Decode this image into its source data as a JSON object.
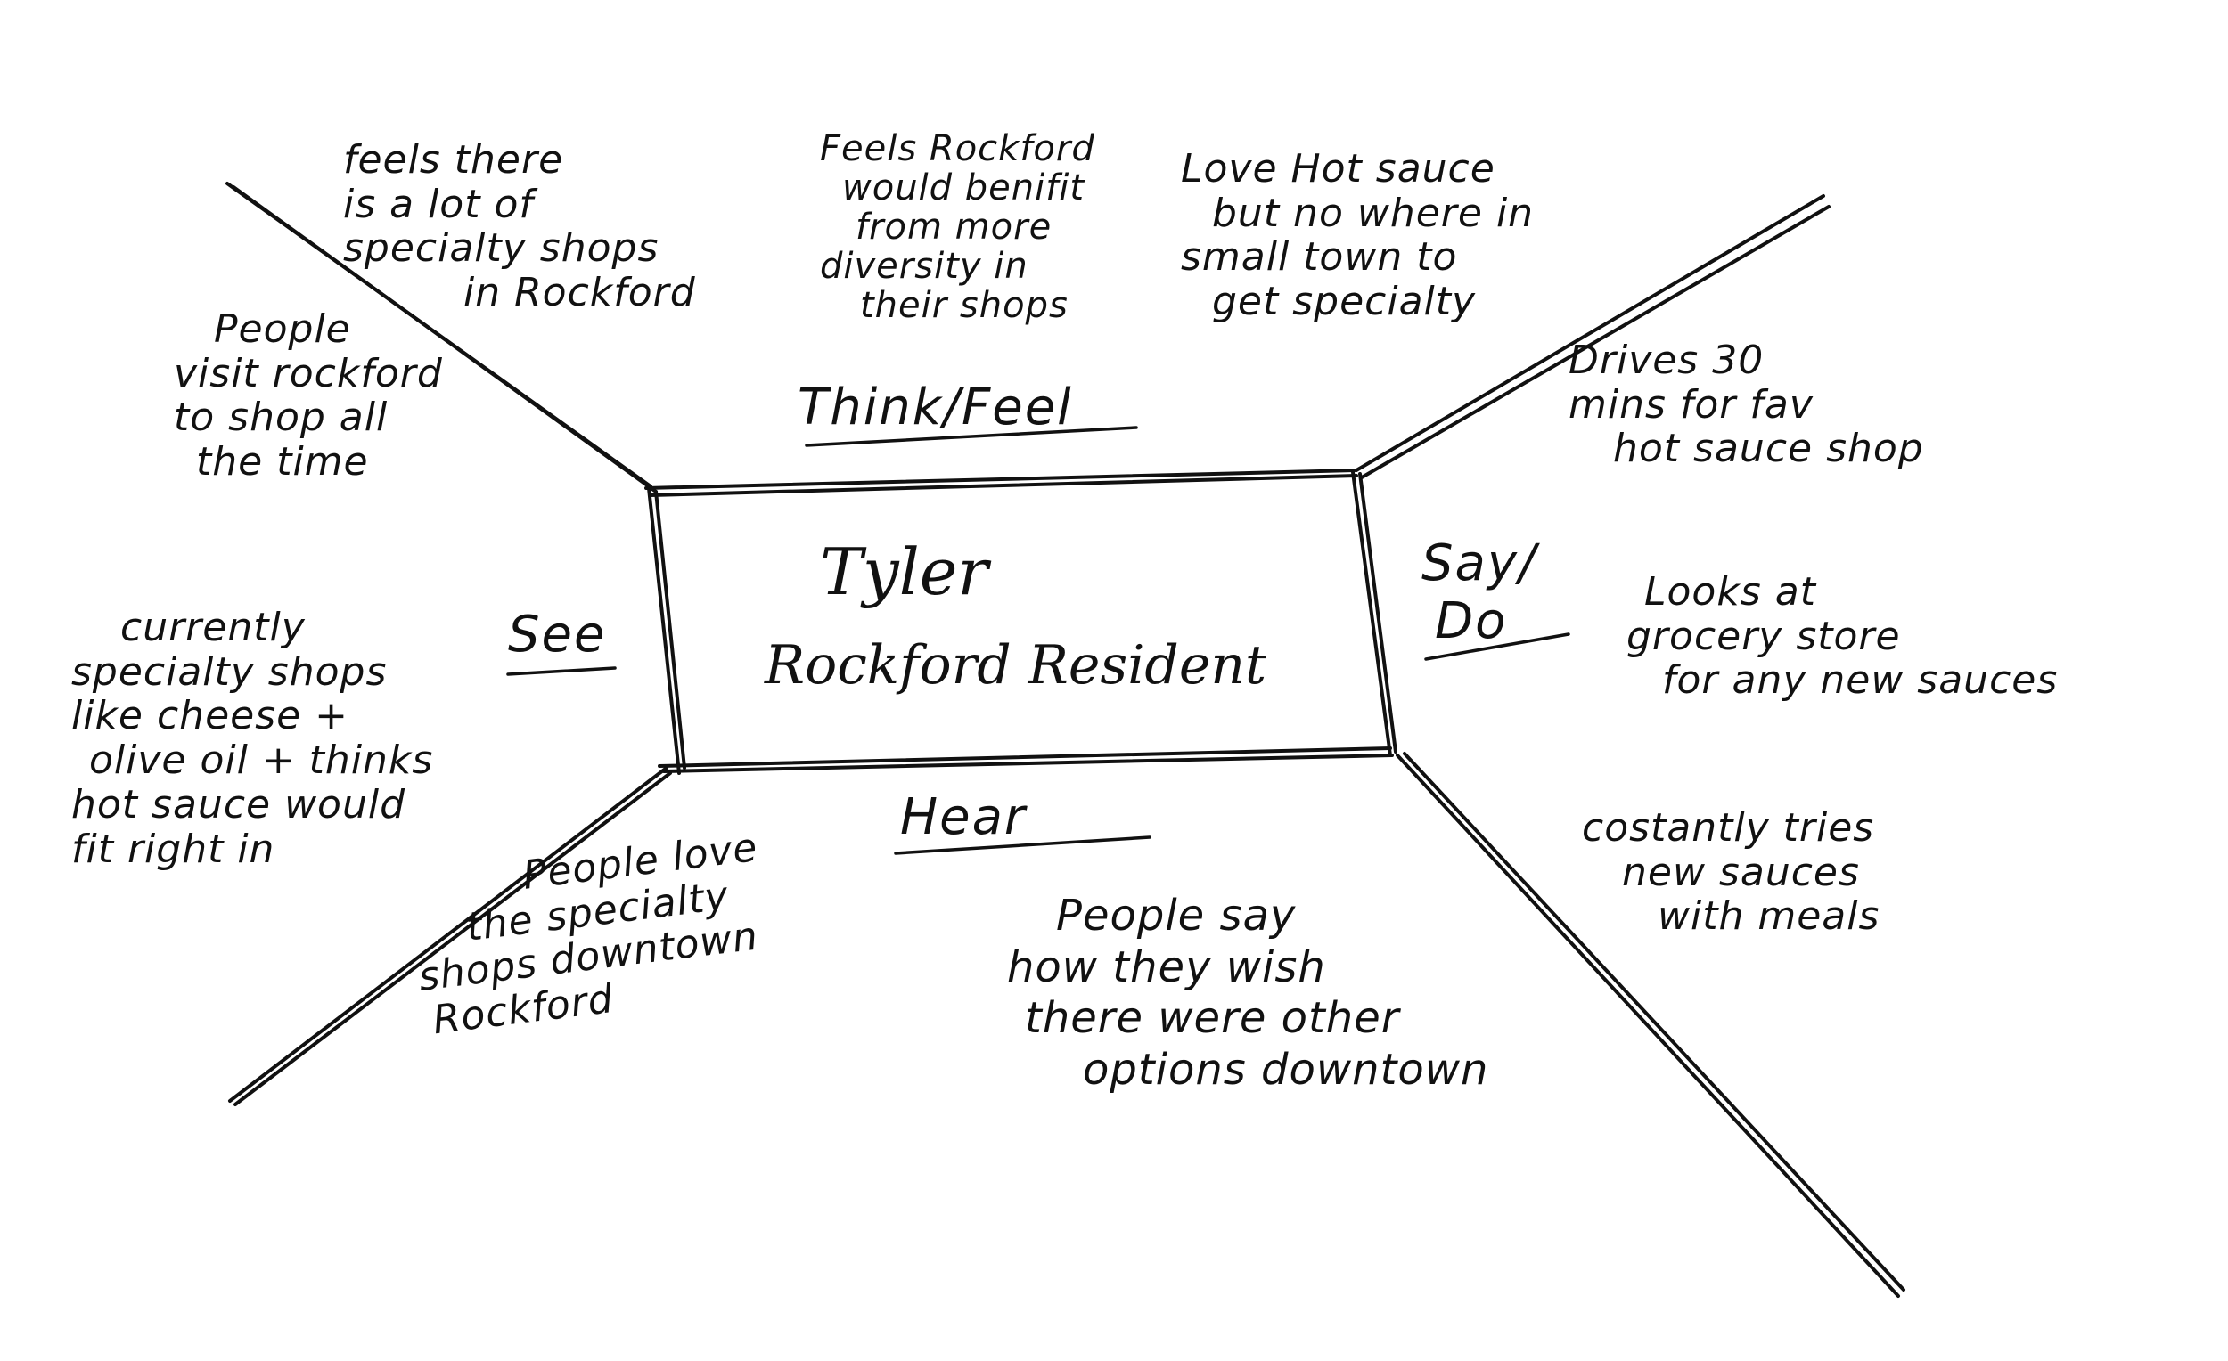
{
  "persona": {
    "name": "Tyler",
    "role": "Rockford Resident"
  },
  "quadrant_labels": {
    "think_feel": "Think/Feel",
    "see": "See",
    "say_do_line1": "Say/",
    "say_do_line2": "Do",
    "hear": "Hear"
  },
  "think_feel_notes": [
    [
      "feels there",
      "is a lot of",
      "specialty shops",
      "in Rockford"
    ],
    [
      "Feels Rockford",
      "would benifit",
      "from more",
      "diversity in",
      "their shops"
    ],
    [
      "Love Hot sauce",
      "but no where in",
      "small town to",
      "get specialty"
    ]
  ],
  "see_notes": [
    [
      "People",
      "visit rockford",
      "to shop all",
      "the time"
    ],
    [
      "currently",
      "specialty shops",
      "like cheese +",
      "olive oil + thinks",
      "hot sauce would",
      "fit right in"
    ]
  ],
  "say_do_notes": [
    [
      "Drives 30",
      "mins for fav",
      "hot sauce shop"
    ],
    [
      "Looks at",
      "grocery store",
      "for any new sauces"
    ],
    [
      "costantly tries",
      "new sauces",
      "with meals"
    ]
  ],
  "hear_notes": [
    [
      "People love",
      "the specialty",
      "shops downtown",
      "Rockford"
    ],
    [
      "People say",
      "how they wish",
      "there were other",
      "options downtown"
    ]
  ]
}
